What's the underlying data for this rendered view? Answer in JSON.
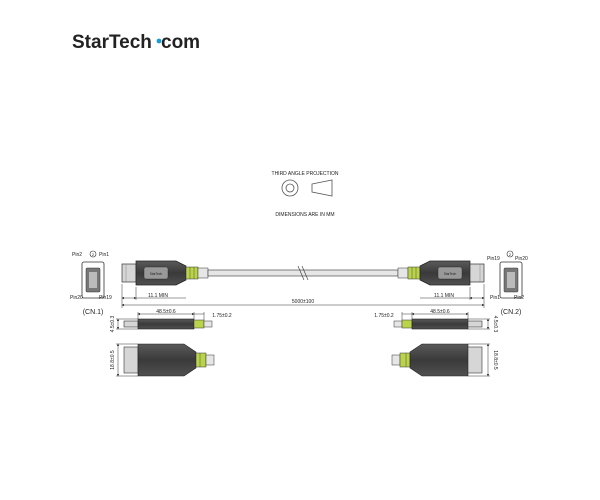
{
  "brand": {
    "name": "StarTech",
    "suffix": "com",
    "accent_color": "#1a9ad6"
  },
  "header": {
    "projection_label": "THIRD ANGLE PROJECTION",
    "units_label": "DIMENSIONS ARE IN MM"
  },
  "connectors": {
    "cn1": {
      "label": "(CN.1)",
      "pin_top_left": "Pin2",
      "pin_top_right": "Pin1",
      "pin_bottom_left": "Pin20",
      "pin_bottom_right": "Pin19",
      "callout": "2"
    },
    "cn2": {
      "label": "(CN.2)",
      "pin_top_left": "Pin19",
      "pin_top_right": "Pin20",
      "pin_bottom_left": "Pin1",
      "pin_bottom_right": "Pin2",
      "callout": "2"
    }
  },
  "dimensions": {
    "min_left": "11.1 MIN",
    "min_right": "11.1 MIN",
    "total_length": "5000±100",
    "body_length_left": "48.5±0.6",
    "body_length_right": "48.5±0.6",
    "strain_left": "1.75±0.2",
    "strain_right": "1.75±0.2",
    "thickness_left": "4.5±0.3",
    "thickness_right": "4.5±0.3",
    "width_left": "18.8±0.5",
    "width_right": "18.8±0.5"
  },
  "colors": {
    "line": "#333333",
    "connector_body": "#3d3d3d",
    "metal": "#c8c8c8",
    "strain_relief": "#b9d34a",
    "cable": "#dcdcdc"
  },
  "icons": [
    "circle-end-view-icon",
    "cone-side-view-icon",
    "startech-logo-icon"
  ]
}
